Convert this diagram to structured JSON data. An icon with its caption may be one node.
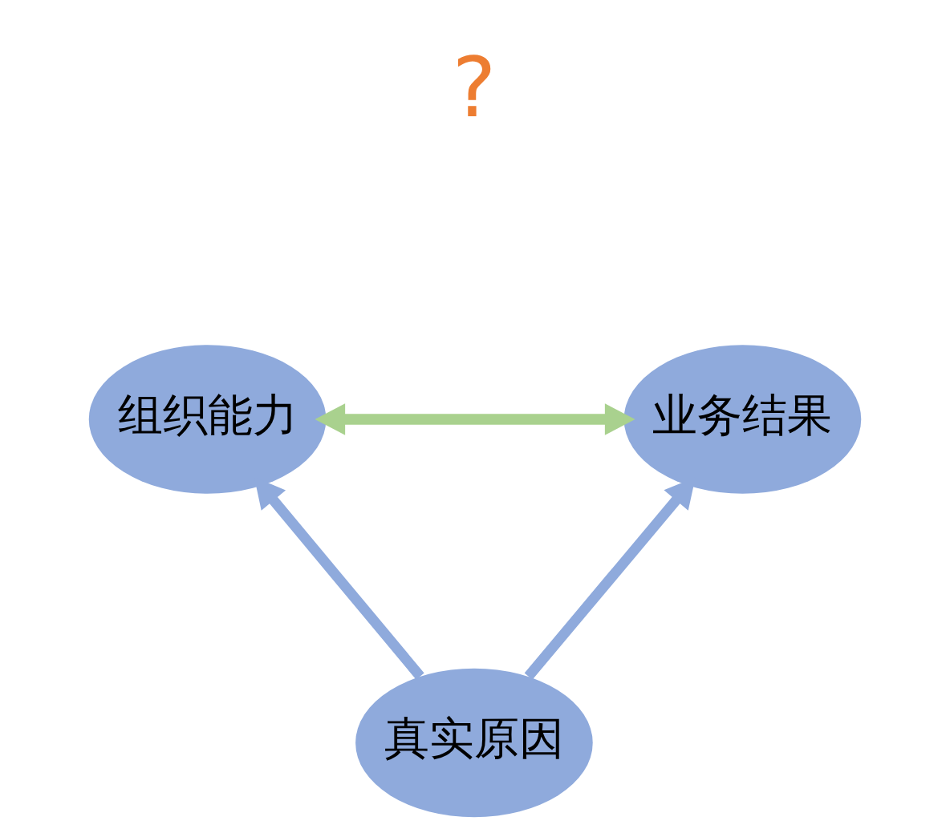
{
  "diagram": {
    "nodes": [
      {
        "text": [
          "组织能力"
        ]
      },
      {
        "text": [
          "业务结果"
        ]
      },
      {
        "text": [
          "真实原因"
        ]
      }
    ],
    "edges": [
      {
        "from": 1,
        "to": 0,
        "arrow": "to",
        "color": "#a9d18e"
      },
      {
        "from": 0,
        "to": 1,
        "arrow": "to",
        "color": "#a9d18e"
      },
      {
        "from": 2,
        "to": 0,
        "arrow": "to"
      },
      {
        "from": 2,
        "to": 1,
        "arrow": "to"
      }
    ],
    "labels": [
      "?"
    ]
  }
}
